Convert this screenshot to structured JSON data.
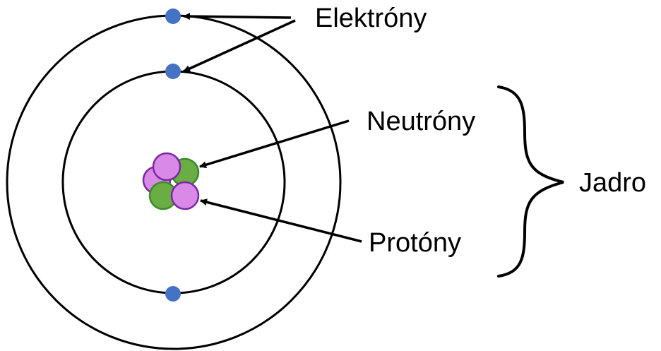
{
  "labels": {
    "electrons": "Elektróny",
    "neutrons": "Neutróny",
    "protons": "Protóny",
    "nucleus": "Jadro"
  },
  "colors": {
    "electron": "#4472c4",
    "proton_fill": "#d98ae8",
    "proton_stroke": "#7a2aa0",
    "neutron_fill": "#6aad45",
    "neutron_stroke": "#3d8a2a",
    "line": "#000000"
  }
}
